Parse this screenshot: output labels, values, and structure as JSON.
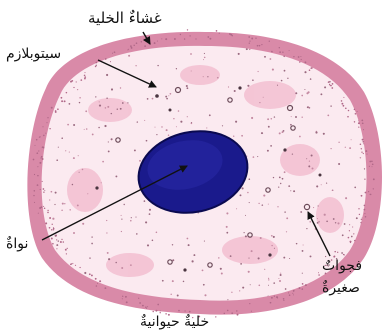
{
  "labels": {
    "membrane": "غشاءٌ الخلية",
    "cytoplasm": "سيتوبلازم",
    "nucleus": "نواةٌ",
    "vacuoles_line1": "فجواتٌ",
    "vacuoles_line2": "صغيرةٌ"
  },
  "caption": "خليةٌ حيوانيةٌ",
  "colors": {
    "membrane": "#d98aa8",
    "cytoplasm": "#fbeaf0",
    "blotch": "#f2b9cd",
    "nucleus": "#1a1a8c",
    "nucleus_outline": "#0a0a50",
    "dots": "#7a5566",
    "arrow": "#111111"
  }
}
